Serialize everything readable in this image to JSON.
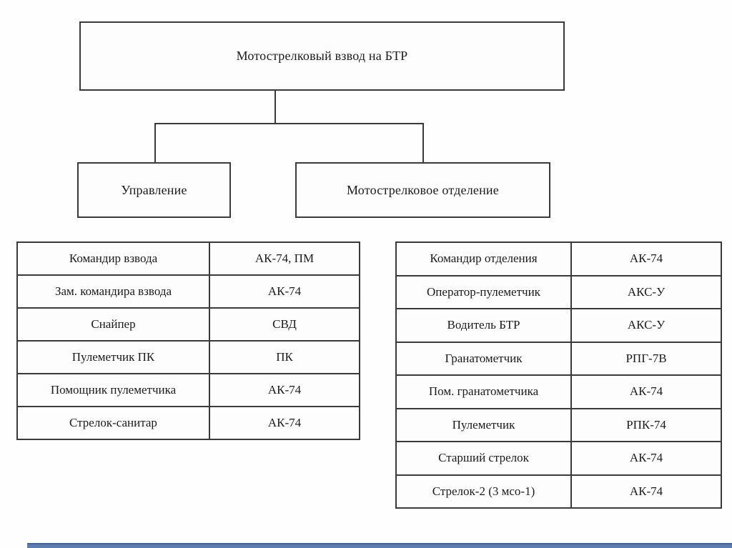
{
  "org_chart": {
    "root": {
      "label": "Мотострелковый взвод на БТР"
    },
    "children": [
      {
        "label": "Управление"
      },
      {
        "label": "Мотострелковое отделение"
      }
    ]
  },
  "tables": {
    "platoon_command": {
      "rows": [
        {
          "role": "Командир взвода",
          "weapon": "АК-74, ПМ"
        },
        {
          "role": "Зам. командира взвода",
          "weapon": "АК-74"
        },
        {
          "role": "Снайпер",
          "weapon": "СВД"
        },
        {
          "role": "Пулеметчик ПК",
          "weapon": "ПК"
        },
        {
          "role": "Помощник пулеметчика",
          "weapon": "АК-74"
        },
        {
          "role": "Стрелок-санитар",
          "weapon": "АК-74"
        }
      ]
    },
    "rifle_squad": {
      "rows": [
        {
          "role": "Командир отделения",
          "weapon": "АК-74"
        },
        {
          "role": "Оператор-пулеметчик",
          "weapon": "АКС-У"
        },
        {
          "role": "Водитель БТР",
          "weapon": "АКС-У"
        },
        {
          "role": "Гранатометчик",
          "weapon": "РПГ-7В"
        },
        {
          "role": "Пом. гранатометчика",
          "weapon": "АК-74"
        },
        {
          "role": "Пулеметчик",
          "weapon": "РПК-74"
        },
        {
          "role": "Старший стрелок",
          "weapon": "АК-74"
        },
        {
          "role": "Стрелок-2 (3 мсо-1)",
          "weapon": "АК-74"
        }
      ]
    }
  },
  "colors": {
    "line": "#3a3a3a",
    "text": "#1b1b1b",
    "accent_bar_fill": "#5f7cb0",
    "accent_bar_edge": "#44619b"
  }
}
